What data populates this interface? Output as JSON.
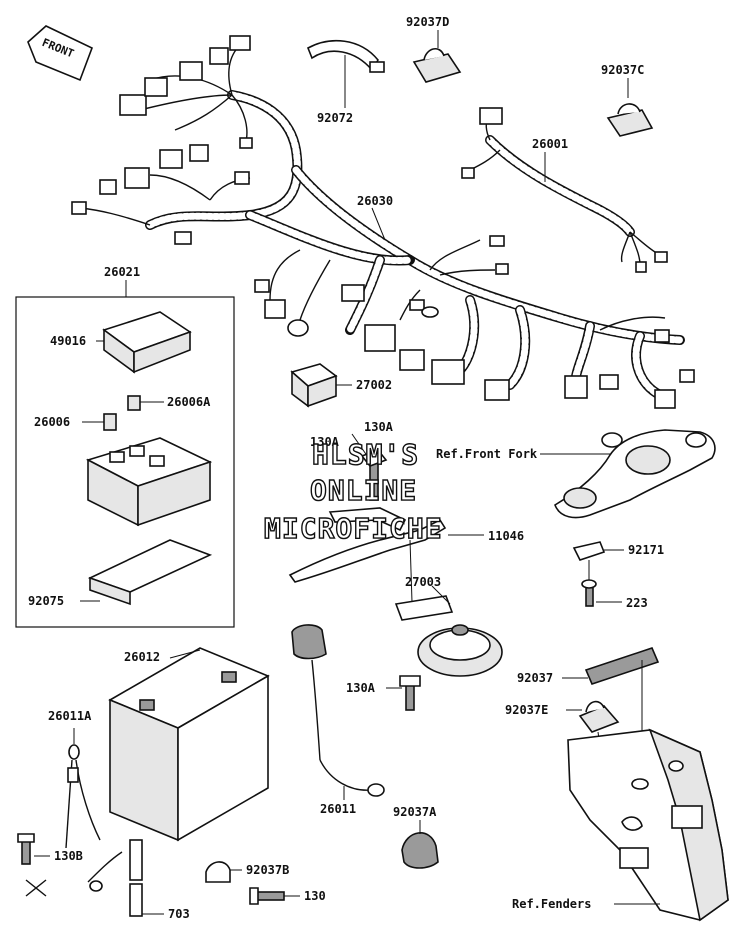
{
  "front_badge": "FRONT",
  "labels": {
    "p92037D": "92037D",
    "p92072": "92072",
    "p92037C": "92037C",
    "p26001": "26001",
    "p26030": "26030",
    "p26021": "26021",
    "p49016": "49016",
    "p27002": "27002",
    "p26006A": "26006A",
    "p26006": "26006",
    "p130A_1": "130A",
    "p130A_2": "130A",
    "ref_front_fork": "Ref.Front Fork",
    "p11046": "11046",
    "p92171": "92171",
    "p27003": "27003",
    "p223": "223",
    "p92075": "92075",
    "p26012": "26012",
    "p130A_3": "130A",
    "p92037": "92037",
    "p92037E": "92037E",
    "p26011A": "26011A",
    "p26011": "26011",
    "p92037A": "92037A",
    "p130B": "130B",
    "p92037B": "92037B",
    "p130": "130",
    "p703": "703",
    "ref_fenders": "Ref.Fenders"
  },
  "watermark": {
    "line1": "HLSM'S",
    "line2": "ONLINE",
    "line3": "MICROFICHE"
  }
}
